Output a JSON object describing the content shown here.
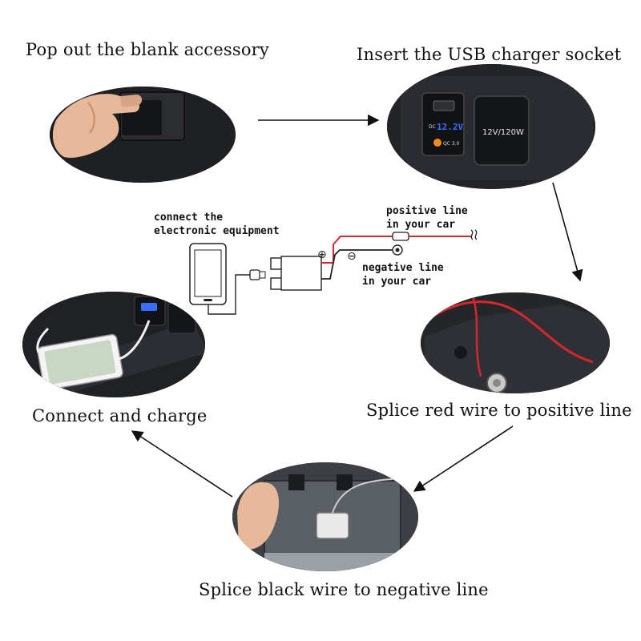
{
  "steps": {
    "step1": "Pop out the blank accessory",
    "step2": "Insert the USB charger socket",
    "step3": "Splice red wire to positive line",
    "step4": "Splice black wire to negative line",
    "step5": "Connect and charge"
  },
  "wiring": {
    "device_line1": "connect the",
    "device_line2": "electronic equipment",
    "positive_line1": "positive line",
    "positive_line2": "in your car",
    "negative_line1": "negative line",
    "negative_line2": "in your car",
    "plus_symbol": "⊕",
    "minus_symbol": "⊖"
  },
  "socket": {
    "voltage_display": "12.2V",
    "qc_label": "QC 3.0",
    "dc_label": "DC",
    "outlet_label": "12V/120W"
  },
  "colors": {
    "red_wire": "#d8262c",
    "display_blue": "#3a6cff",
    "qc_orange": "#f08a24"
  }
}
